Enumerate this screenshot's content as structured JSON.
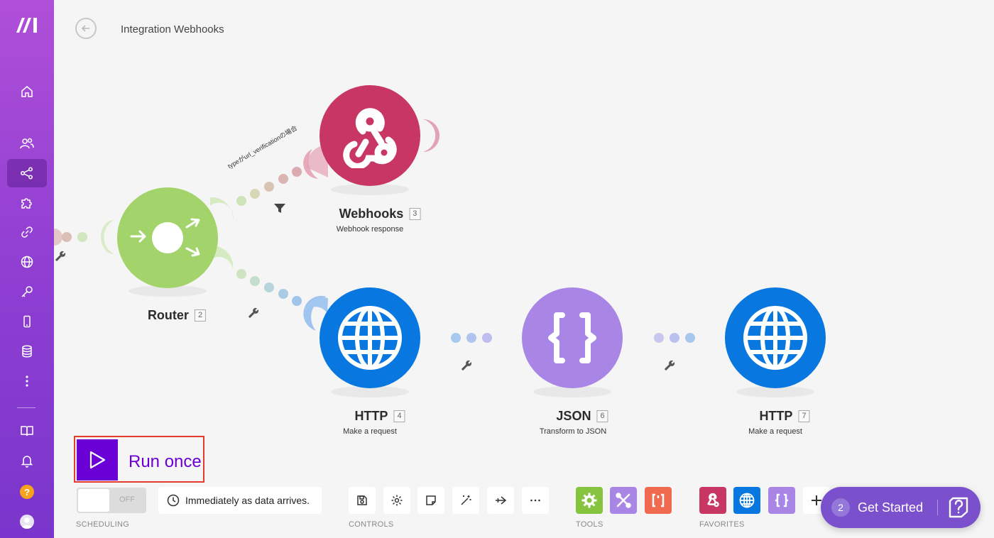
{
  "scenario": {
    "title": "Integration Webhooks"
  },
  "nodes": {
    "router": {
      "title": "Router",
      "num": "2"
    },
    "webhooks": {
      "title": "Webhooks",
      "num": "3",
      "subtitle": "Webhook response"
    },
    "http4": {
      "title": "HTTP",
      "num": "4",
      "subtitle": "Make a request"
    },
    "json": {
      "title": "JSON",
      "num": "6",
      "subtitle": "Transform to JSON"
    },
    "http7": {
      "title": "HTTP",
      "num": "7",
      "subtitle": "Make a request"
    }
  },
  "route_label": "typeがurl_verificationの場合",
  "run": {
    "label": "Run once"
  },
  "scheduling": {
    "toggle": "OFF",
    "text": "Immediately as data arrives.",
    "section_label": "SCHEDULING"
  },
  "controls": {
    "section_label": "CONTROLS"
  },
  "tools": {
    "section_label": "TOOLS"
  },
  "favorites": {
    "section_label": "FAVORITES"
  },
  "get_started": {
    "count": "2",
    "label": "Get Started"
  },
  "sidebar": {
    "help": "?"
  },
  "colors": {
    "router": "#a3d46c",
    "webhooks": "#c83763",
    "http": "#0877e0",
    "json": "#a986e6",
    "run": "#6b00d6",
    "sidebar": "#9240d3"
  }
}
